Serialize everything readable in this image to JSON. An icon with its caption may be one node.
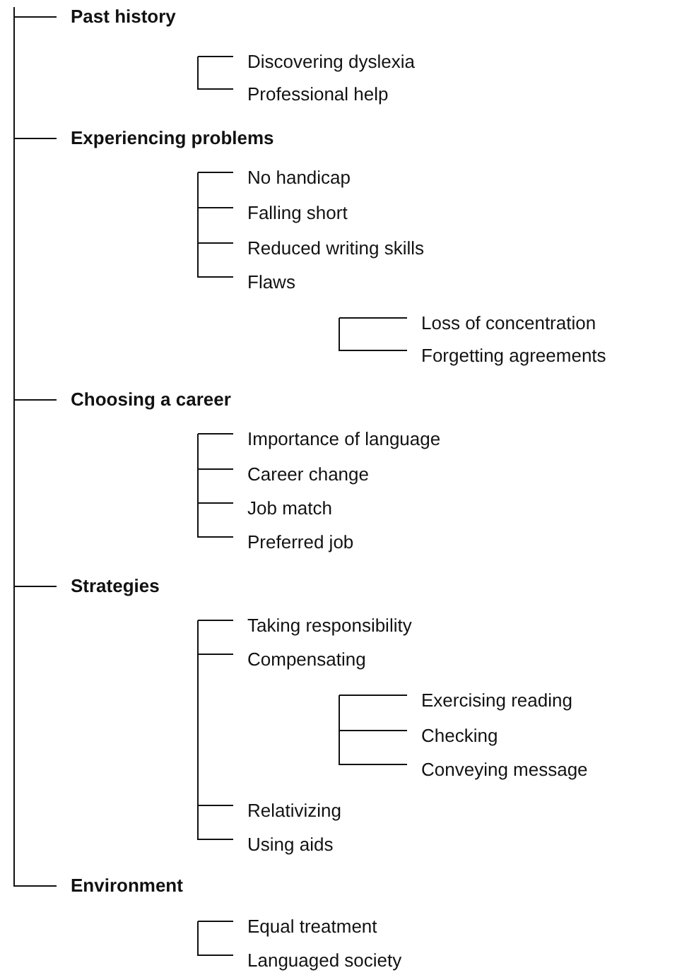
{
  "diagram": {
    "nodes": [
      {
        "text": [
          "Past history"
        ]
      },
      {
        "text": [
          "Discovering dyslexia"
        ]
      },
      {
        "text": [
          "Professional help"
        ]
      },
      {
        "text": [
          "Experiencing problems"
        ]
      },
      {
        "text": [
          "No handicap"
        ]
      },
      {
        "text": [
          "Falling short"
        ]
      },
      {
        "text": [
          "Reduced writing skills"
        ]
      },
      {
        "text": [
          "Flaws"
        ]
      },
      {
        "text": [
          "Loss of concentration"
        ]
      },
      {
        "text": [
          "Forgetting agreements"
        ]
      },
      {
        "text": [
          "Choosing a career"
        ]
      },
      {
        "text": [
          "Importance of language"
        ]
      },
      {
        "text": [
          "Career change"
        ]
      },
      {
        "text": [
          "Job match"
        ]
      },
      {
        "text": [
          "Preferred job"
        ]
      },
      {
        "text": [
          "Strategies"
        ]
      },
      {
        "text": [
          "Taking responsibility"
        ]
      },
      {
        "text": [
          "Compensating"
        ]
      },
      {
        "text": [
          "Exercising reading"
        ]
      },
      {
        "text": [
          "Checking"
        ]
      },
      {
        "text": [
          "Conveying message"
        ]
      },
      {
        "text": [
          "Relativizing"
        ]
      },
      {
        "text": [
          "Using aids"
        ]
      },
      {
        "text": [
          "Environment"
        ]
      },
      {
        "text": [
          "Equal treatment"
        ]
      },
      {
        "text": [
          "Languaged society"
        ]
      }
    ],
    "edges": [
      {
        "from": null,
        "to": 0,
        "arrow": "none"
      },
      {
        "from": null,
        "to": 3,
        "arrow": "none"
      },
      {
        "from": null,
        "to": 10,
        "arrow": "none"
      },
      {
        "from": null,
        "to": 15,
        "arrow": "none"
      },
      {
        "from": null,
        "to": 23,
        "arrow": "none"
      },
      {
        "from": 0,
        "to": 1,
        "arrow": "none"
      },
      {
        "from": 0,
        "to": 2,
        "arrow": "none"
      },
      {
        "from": 3,
        "to": 4,
        "arrow": "none"
      },
      {
        "from": 3,
        "to": 5,
        "arrow": "none"
      },
      {
        "from": 3,
        "to": 6,
        "arrow": "none"
      },
      {
        "from": 3,
        "to": 7,
        "arrow": "none"
      },
      {
        "from": 7,
        "to": 8,
        "arrow": "none"
      },
      {
        "from": 7,
        "to": 9,
        "arrow": "none"
      },
      {
        "from": 10,
        "to": 11,
        "arrow": "none"
      },
      {
        "from": 10,
        "to": 12,
        "arrow": "none"
      },
      {
        "from": 10,
        "to": 13,
        "arrow": "none"
      },
      {
        "from": 10,
        "to": 14,
        "arrow": "none"
      },
      {
        "from": 15,
        "to": 16,
        "arrow": "none"
      },
      {
        "from": 15,
        "to": 17,
        "arrow": "none"
      },
      {
        "from": 15,
        "to": 21,
        "arrow": "none"
      },
      {
        "from": 15,
        "to": 22,
        "arrow": "none"
      },
      {
        "from": 17,
        "to": 18,
        "arrow": "none"
      },
      {
        "from": 17,
        "to": 19,
        "arrow": "none"
      },
      {
        "from": 17,
        "to": 20,
        "arrow": "none"
      },
      {
        "from": 23,
        "to": 24,
        "arrow": "none"
      },
      {
        "from": 23,
        "to": 25,
        "arrow": "none"
      }
    ]
  }
}
